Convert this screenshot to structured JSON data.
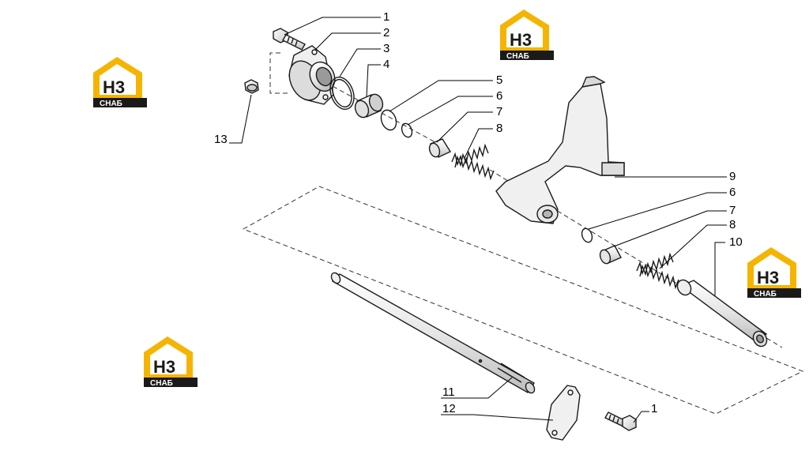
{
  "callouts": {
    "c1": "1",
    "c2": "2",
    "c3": "3",
    "c4": "4",
    "c5": "5",
    "c6a": "6",
    "c7a": "7",
    "c8a": "8",
    "c9": "9",
    "c6b": "6",
    "c7b": "7",
    "c8b": "8",
    "c10": "10",
    "c11": "11",
    "c12": "12",
    "c13": "13",
    "c1b": "1"
  },
  "logo": {
    "mark": "H3",
    "word": "CHAБ"
  },
  "colors": {
    "logo_yellow": "#f5b400",
    "logo_black": "#1a1a1a",
    "part_fill": "#f2f2f2"
  }
}
